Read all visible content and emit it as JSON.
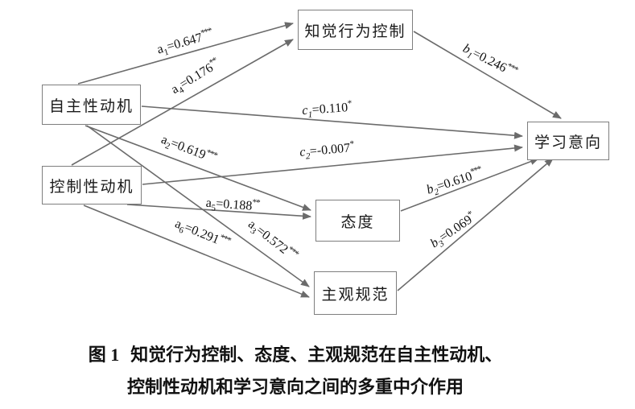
{
  "diagram": {
    "nodes": [
      {
        "id": "autonomous-motivation",
        "label": "自主性动机"
      },
      {
        "id": "controlled-motivation",
        "label": "控制性动机"
      },
      {
        "id": "perceived-behavioral-control",
        "label": "知觉行为控制"
      },
      {
        "id": "attitude",
        "label": "态度"
      },
      {
        "id": "subjective-norm",
        "label": "主观规范"
      },
      {
        "id": "learning-intention",
        "label": "学习意向"
      }
    ],
    "paths": [
      {
        "id": "a1",
        "letter": "a",
        "sub": "1",
        "eq": "=0.647",
        "stars": "***",
        "from": "自主性动机",
        "to": "知觉行为控制"
      },
      {
        "id": "a2",
        "letter": "a",
        "sub": "2",
        "eq": "=0.619",
        "stars": "***",
        "from": "自主性动机",
        "to": "态度"
      },
      {
        "id": "a3",
        "letter": "a",
        "sub": "3",
        "eq": "=0.572",
        "stars": "***",
        "from": "自主性动机",
        "to": "主观规范"
      },
      {
        "id": "a4",
        "letter": "a",
        "sub": "4",
        "eq": "=0.176",
        "stars": "**",
        "from": "控制性动机",
        "to": "知觉行为控制"
      },
      {
        "id": "a5",
        "letter": "a",
        "sub": "5",
        "eq": "=0.188",
        "stars": "**",
        "from": "控制性动机",
        "to": "态度"
      },
      {
        "id": "a6",
        "letter": "a",
        "sub": "6",
        "eq": "=0.291",
        "stars": "***",
        "from": "控制性动机",
        "to": "主观规范"
      },
      {
        "id": "b1",
        "letter": "b",
        "sub": "1",
        "eq": "=0.246",
        "stars": "***",
        "from": "知觉行为控制",
        "to": "学习意向"
      },
      {
        "id": "b2",
        "letter": "b",
        "sub": "2",
        "eq": "=0.610",
        "stars": "***",
        "from": "态度",
        "to": "学习意向"
      },
      {
        "id": "b3",
        "letter": "b",
        "sub": "3",
        "eq": "=0.069",
        "stars": "*",
        "from": "主观规范",
        "to": "学习意向"
      },
      {
        "id": "c1",
        "letter": "c",
        "sub": "1",
        "eq": "=0.110",
        "stars": "*",
        "from": "自主性动机",
        "to": "学习意向"
      },
      {
        "id": "c2",
        "letter": "c",
        "sub": "2",
        "eq": "=-0.007",
        "stars": "*",
        "from": "控制性动机",
        "to": "学习意向"
      }
    ],
    "caption": {
      "figure_label": "图 1",
      "line1": "知觉行为控制、态度、主观规范在自主性动机、",
      "line2": "控制性动机和学习意向之间的多重中介作用"
    },
    "colors": {
      "line": "#6b6b6b",
      "box_border": "#7e7e7e",
      "text": "#1a1a1a"
    }
  }
}
